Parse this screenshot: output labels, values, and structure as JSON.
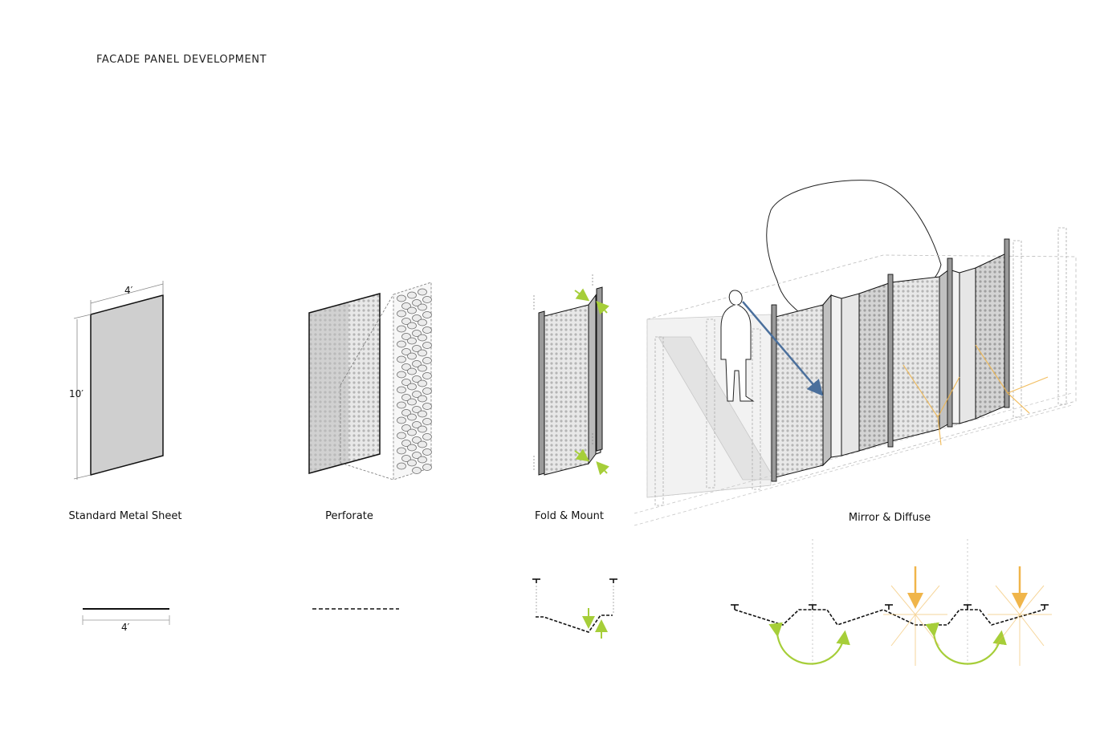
{
  "title": "FACADE PANEL DEVELOPMENT",
  "steps": [
    {
      "label": "Standard Metal Sheet"
    },
    {
      "label": "Perforate"
    },
    {
      "label": "Fold & Mount"
    },
    {
      "label": "Mirror & Diffuse"
    }
  ],
  "dimensions": {
    "width": "4′",
    "height": "10′",
    "section_width": "4′"
  },
  "colors": {
    "panel_fill": "#cfcfcf",
    "outline": "#111111",
    "guide": "#9a9a9a",
    "green_arrow": "#a6ce39",
    "orange_ray": "#f0b54a",
    "blue_arrow": "#4a6f9c"
  }
}
